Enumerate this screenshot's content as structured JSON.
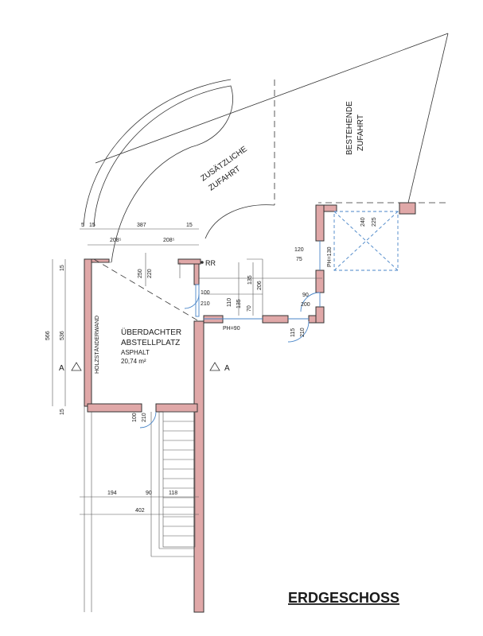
{
  "plan": {
    "title": "ERDGESCHOSS",
    "areas": {
      "new_driveway": [
        "ZUSÄTZLICHE",
        "ZUFAHRT"
      ],
      "existing_driveway": [
        "BESTEHENDE",
        "ZUFAHRT"
      ],
      "carport": [
        "ÜBERDACHTER",
        "ABSTELLPLATZ"
      ],
      "carport_surface": "ASPHALT",
      "carport_area": "20,74 m²",
      "stud_wall": "HOLZSTÄNDERWAND",
      "rr": "RR"
    },
    "section_marks": [
      "A",
      "A"
    ],
    "dimensions": {
      "top_chain": [
        "5",
        "15",
        "387",
        "15"
      ],
      "top_half": [
        "208⁵",
        "208⁵"
      ],
      "opening_250_220": [
        "250",
        "220"
      ],
      "opening_135_206": [
        "135",
        "206"
      ],
      "door1": [
        "100",
        "210"
      ],
      "door1_side": [
        "110",
        "135",
        "70"
      ],
      "ph90": "PH=90",
      "door_115": [
        "115",
        "210"
      ],
      "window_120": [
        "120",
        "75"
      ],
      "ph130": "PH=130",
      "window_90": [
        "90",
        "200"
      ],
      "skylight": [
        "240",
        "225"
      ],
      "left_chain": [
        "15",
        "536",
        "15"
      ],
      "left_total": "566",
      "door_stair": [
        "100",
        "210"
      ],
      "bottom_chain": [
        "194",
        "90",
        "118"
      ],
      "bottom_total": "402"
    }
  }
}
